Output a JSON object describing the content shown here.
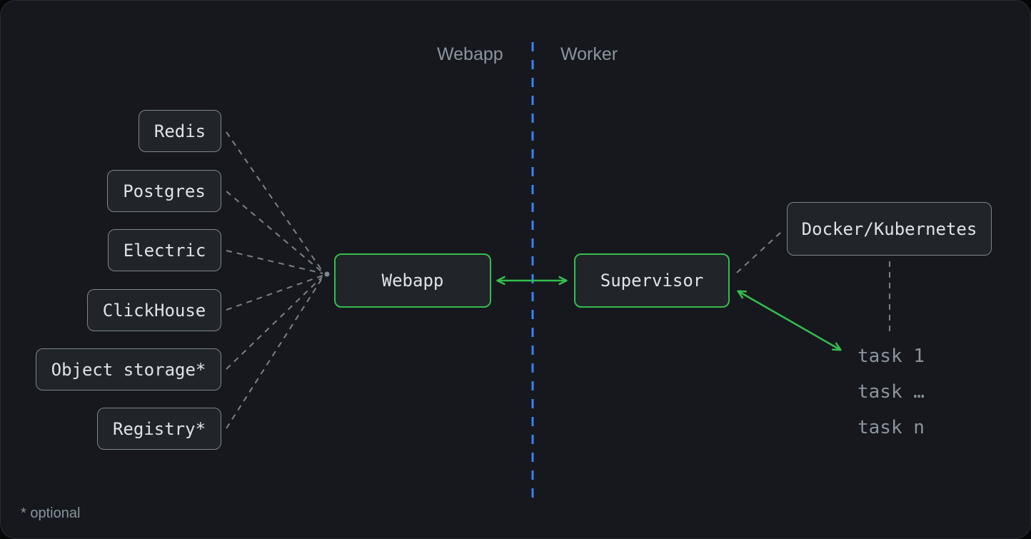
{
  "diagram": {
    "section_labels": {
      "left": "Webapp",
      "right": "Worker"
    },
    "left_boxes": [
      {
        "label": "Redis"
      },
      {
        "label": "Postgres"
      },
      {
        "label": "Electric"
      },
      {
        "label": "ClickHouse"
      },
      {
        "label": "Object storage*"
      },
      {
        "label": "Registry*"
      }
    ],
    "webapp_node": {
      "label": "Webapp"
    },
    "supervisor_node": {
      "label": "Supervisor"
    },
    "docker_node": {
      "label": "Docker/Kubernetes"
    },
    "tasks": [
      {
        "label": "task 1"
      },
      {
        "label": "task …"
      },
      {
        "label": "task n"
      }
    ],
    "footnote": "* optional"
  },
  "colors": {
    "panel-bg": "#16181d",
    "outer-bg": "#050607",
    "node-bg": "#212529",
    "node-border": "#7d8590",
    "node-text": "#dfe3e8",
    "muted-text": "#8b949e",
    "accent-green": "#35bd4e",
    "accent-blue": "#3b82f6",
    "connector": "#8b949e"
  }
}
